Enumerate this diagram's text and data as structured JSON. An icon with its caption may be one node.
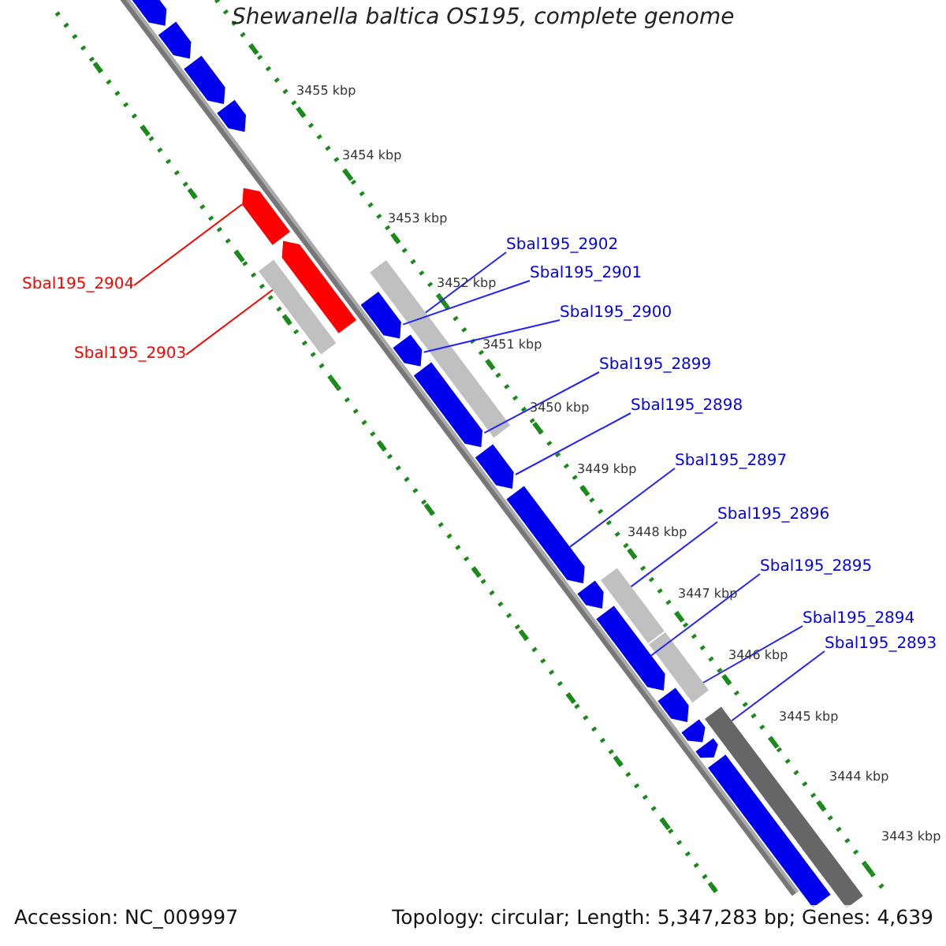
{
  "diagram": {
    "title": "Shewanella baltica OS195, complete genome",
    "nodes": [
      {
        "text": [
          "Sbal195_2904"
        ]
      },
      {
        "text": [
          "Sbal195_2903"
        ]
      },
      {
        "text": [
          "Sbal195_2902"
        ]
      },
      {
        "text": [
          "Sbal195_2901"
        ]
      },
      {
        "text": [
          "Sbal195_2900"
        ]
      },
      {
        "text": [
          "Sbal195_2899"
        ]
      },
      {
        "text": [
          "Sbal195_2898"
        ]
      },
      {
        "text": [
          "Sbal195_2897"
        ]
      },
      {
        "text": [
          "Sbal195_2896"
        ]
      },
      {
        "text": [
          "Sbal195_2895"
        ]
      },
      {
        "text": [
          "Sbal195_2894"
        ]
      },
      {
        "text": [
          "Sbal195_2893"
        ]
      },
      {
        "text": [],
        "shape": "pentagon"
      },
      {
        "text": [],
        "shape": "pentagon"
      },
      {
        "text": [],
        "shape": "pentagon"
      },
      {
        "text": [],
        "shape": "pentagon"
      },
      {
        "text": [],
        "shape": "pentagon"
      },
      {
        "text": [],
        "shape": "pentagon"
      },
      {
        "text": [],
        "shape": "bar"
      },
      {
        "text": [],
        "shape": "bar"
      },
      {
        "text": [],
        "shape": "pentagon"
      },
      {
        "text": [],
        "shape": "pentagon"
      },
      {
        "text": [],
        "shape": "pentagon"
      },
      {
        "text": [],
        "shape": "pentagon"
      },
      {
        "text": [],
        "shape": "pentagon"
      },
      {
        "text": [],
        "shape": "pentagon"
      },
      {
        "text": [],
        "shape": "bar"
      },
      {
        "text": [],
        "shape": "pentagon"
      },
      {
        "text": [],
        "shape": "bar"
      },
      {
        "text": [],
        "shape": "pentagon"
      },
      {
        "text": [],
        "shape": "pentagon"
      },
      {
        "text": [],
        "shape": "bar"
      },
      {
        "text": [],
        "shape": "pentagon"
      },
      {
        "text": [],
        "shape": "bar"
      }
    ],
    "edges": [
      {
        "from": 0,
        "to": 16,
        "arrow": "none",
        "color": "#ff0000"
      },
      {
        "from": 1,
        "to": 18,
        "arrow": "none",
        "color": "#ff0000"
      },
      {
        "from": 2,
        "to": 19,
        "arrow": "none"
      },
      {
        "from": 3,
        "to": 20,
        "arrow": "none"
      },
      {
        "from": 4,
        "to": 21,
        "arrow": "none"
      },
      {
        "from": 5,
        "to": 22,
        "arrow": "none"
      },
      {
        "from": 6,
        "to": 23,
        "arrow": "none"
      },
      {
        "from": 7,
        "to": 24,
        "arrow": "none"
      },
      {
        "from": 8,
        "to": 26,
        "arrow": "none"
      },
      {
        "from": 9,
        "to": 27,
        "arrow": "none"
      },
      {
        "from": 10,
        "to": 28,
        "arrow": "none"
      },
      {
        "from": 11,
        "to": 31,
        "arrow": "none"
      }
    ],
    "labels": [
      "3455 kbp",
      "3454 kbp",
      "3453 kbp",
      "3452 kbp",
      "3451 kbp",
      "3450 kbp",
      "3449 kbp",
      "3448 kbp",
      "3447 kbp",
      "3446 kbp",
      "3445 kbp",
      "3444 kbp",
      "3443 kbp",
      "Accession: NC_009997",
      "Topology: circular; Length: 5,347,283 bp; Genes: 4,639"
    ]
  }
}
